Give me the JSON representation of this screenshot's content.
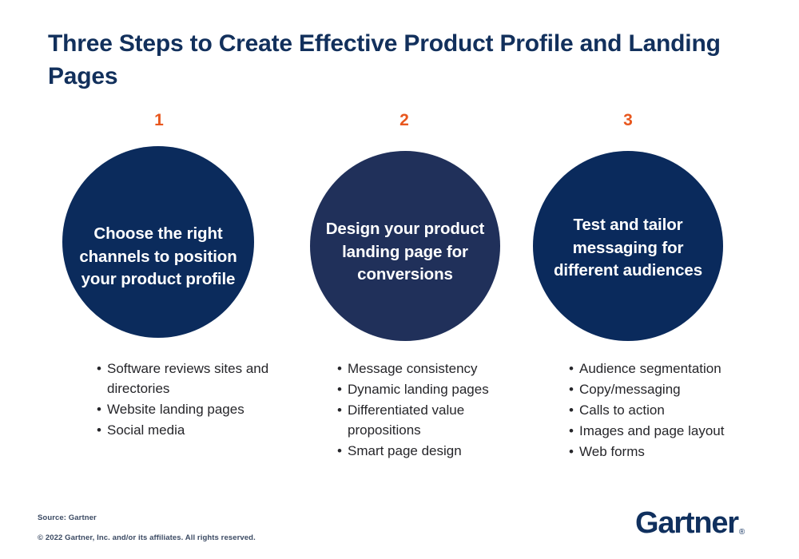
{
  "slide": {
    "title": "Three Steps to Create Effective Product Profile and Landing Pages",
    "background_color": "#ffffff",
    "accent_color": "#e8571e",
    "brand_color": "#0b2b5c"
  },
  "steps": [
    {
      "number": "1",
      "circle_text": "Choose the right channels to position your product profile",
      "circle_color": "#0b2b5c",
      "bullets": [
        "Software reviews sites and directories",
        "Website landing pages",
        "Social media"
      ]
    },
    {
      "number": "2",
      "circle_text": "Design your product landing page for conversions",
      "circle_color": "#20305a",
      "bullets": [
        "Message consistency",
        "Dynamic landing pages",
        "Differentiated value propositions",
        "Smart page design"
      ]
    },
    {
      "number": "3",
      "circle_text": "Test and tailor messaging for different audiences",
      "circle_color": "#0a2a5c",
      "bullets": [
        "Audience segmentation",
        "Copy/messaging",
        "Calls to action",
        "Images and page layout",
        "Web forms"
      ]
    }
  ],
  "footer": {
    "source": "Source: Gartner",
    "copyright": "© 2022 Gartner, Inc. and/or its affiliates. All rights reserved.",
    "logo_text": "Gartner",
    "logo_registered_mark": "®"
  }
}
